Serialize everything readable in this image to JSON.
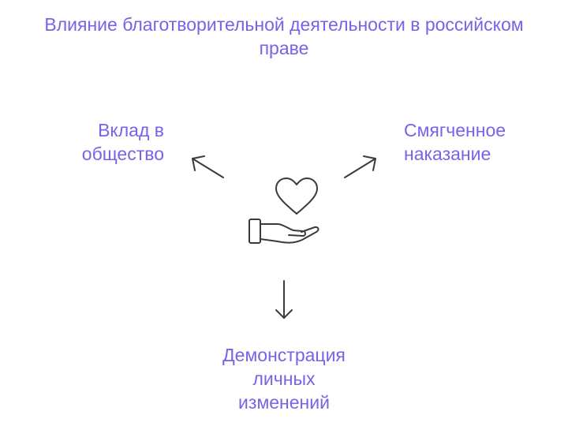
{
  "title": {
    "line1": "Влияние благотворительной деятельности в российском",
    "line2": "праве"
  },
  "branches": {
    "left": {
      "line1": "Вклад в",
      "line2": "общество"
    },
    "right": {
      "line1": "Смягченное",
      "line2": "наказание"
    },
    "bottom": {
      "line1": "Демонстрация",
      "line2": "личных",
      "line3": "изменений"
    }
  },
  "icons": {
    "center": "hand-holding-heart-icon"
  },
  "colors": {
    "text_accent": "#7b61e8",
    "stroke": "#3a3a3a"
  }
}
